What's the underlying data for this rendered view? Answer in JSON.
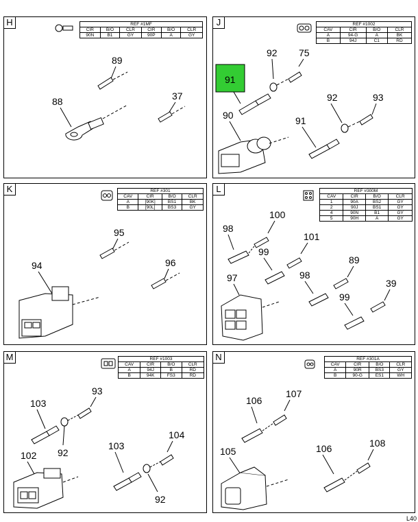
{
  "panels": [
    {
      "label": "H",
      "title": "REF #1MF",
      "headers": [
        "CIR",
        "B/O",
        "CLR",
        "CIR",
        "B/O",
        "CLR"
      ],
      "rows": [
        [
          "90N",
          "B1",
          "GY",
          "90P",
          "A",
          "GY"
        ]
      ],
      "callouts": [
        "89",
        "88",
        "37"
      ],
      "icon": "ring-terminal-icon"
    },
    {
      "label": "J",
      "title": "REF #1002",
      "headers": [
        "CAV",
        "CIR",
        "B/O",
        "CLR"
      ],
      "rows": [
        [
          "A",
          "94-G",
          "A",
          "BK"
        ],
        [
          "B",
          "94J",
          "C1",
          "RD"
        ]
      ],
      "callouts": [
        "92",
        "75",
        "91",
        "90",
        "92",
        "93",
        "91"
      ],
      "icon": "two-pin-connector-icon"
    },
    {
      "label": "K",
      "title": "REF #301",
      "headers": [
        "CAV",
        "CIR",
        "B/O",
        "CLR"
      ],
      "rows": [
        [
          "A",
          "[90K]",
          "BS1",
          "BK"
        ],
        [
          "B",
          "[90L]",
          "BS3",
          "GY"
        ]
      ],
      "callouts": [
        "95",
        "94",
        "96"
      ],
      "icon": "two-pin-connector-icon"
    },
    {
      "label": "L",
      "title": "REF #300M",
      "headers": [
        "CAV",
        "CIR",
        "B/O",
        "CLR"
      ],
      "rows": [
        [
          "1",
          "90A",
          "BS2",
          "GY"
        ],
        [
          "2",
          "90J",
          "BS1",
          "GY"
        ],
        [
          "4",
          "90N",
          "B1",
          "GY"
        ],
        [
          "5",
          "90H",
          "A",
          "GY"
        ]
      ],
      "callouts": [
        "100",
        "98",
        "101",
        "99",
        "89",
        "97",
        "98",
        "39",
        "99"
      ],
      "icon": "multi-pin-connector-icon"
    },
    {
      "label": "M",
      "title": "REF #1003",
      "headers": [
        "CAV",
        "CIR",
        "B/O",
        "CLR"
      ],
      "rows": [
        [
          "A",
          "94J",
          "B",
          "RD"
        ],
        [
          "B",
          "94K",
          "FS3",
          "RD"
        ]
      ],
      "callouts": [
        "93",
        "103",
        "92",
        "102",
        "103",
        "104",
        "92"
      ],
      "icon": "two-pin-connector-icon"
    },
    {
      "label": "N",
      "title": "REF #301A",
      "headers": [
        "CAV",
        "CIR",
        "B/O",
        "CLR"
      ],
      "rows": [
        [
          "A",
          "90R",
          "BS3",
          "GY"
        ],
        [
          "B",
          "90-G",
          "ES1",
          "WH"
        ]
      ],
      "callouts": [
        "107",
        "106",
        "105",
        "106",
        "108"
      ],
      "icon": "two-pin-connector-icon"
    }
  ],
  "highlight_color": "#33cc33",
  "footer": "L40"
}
